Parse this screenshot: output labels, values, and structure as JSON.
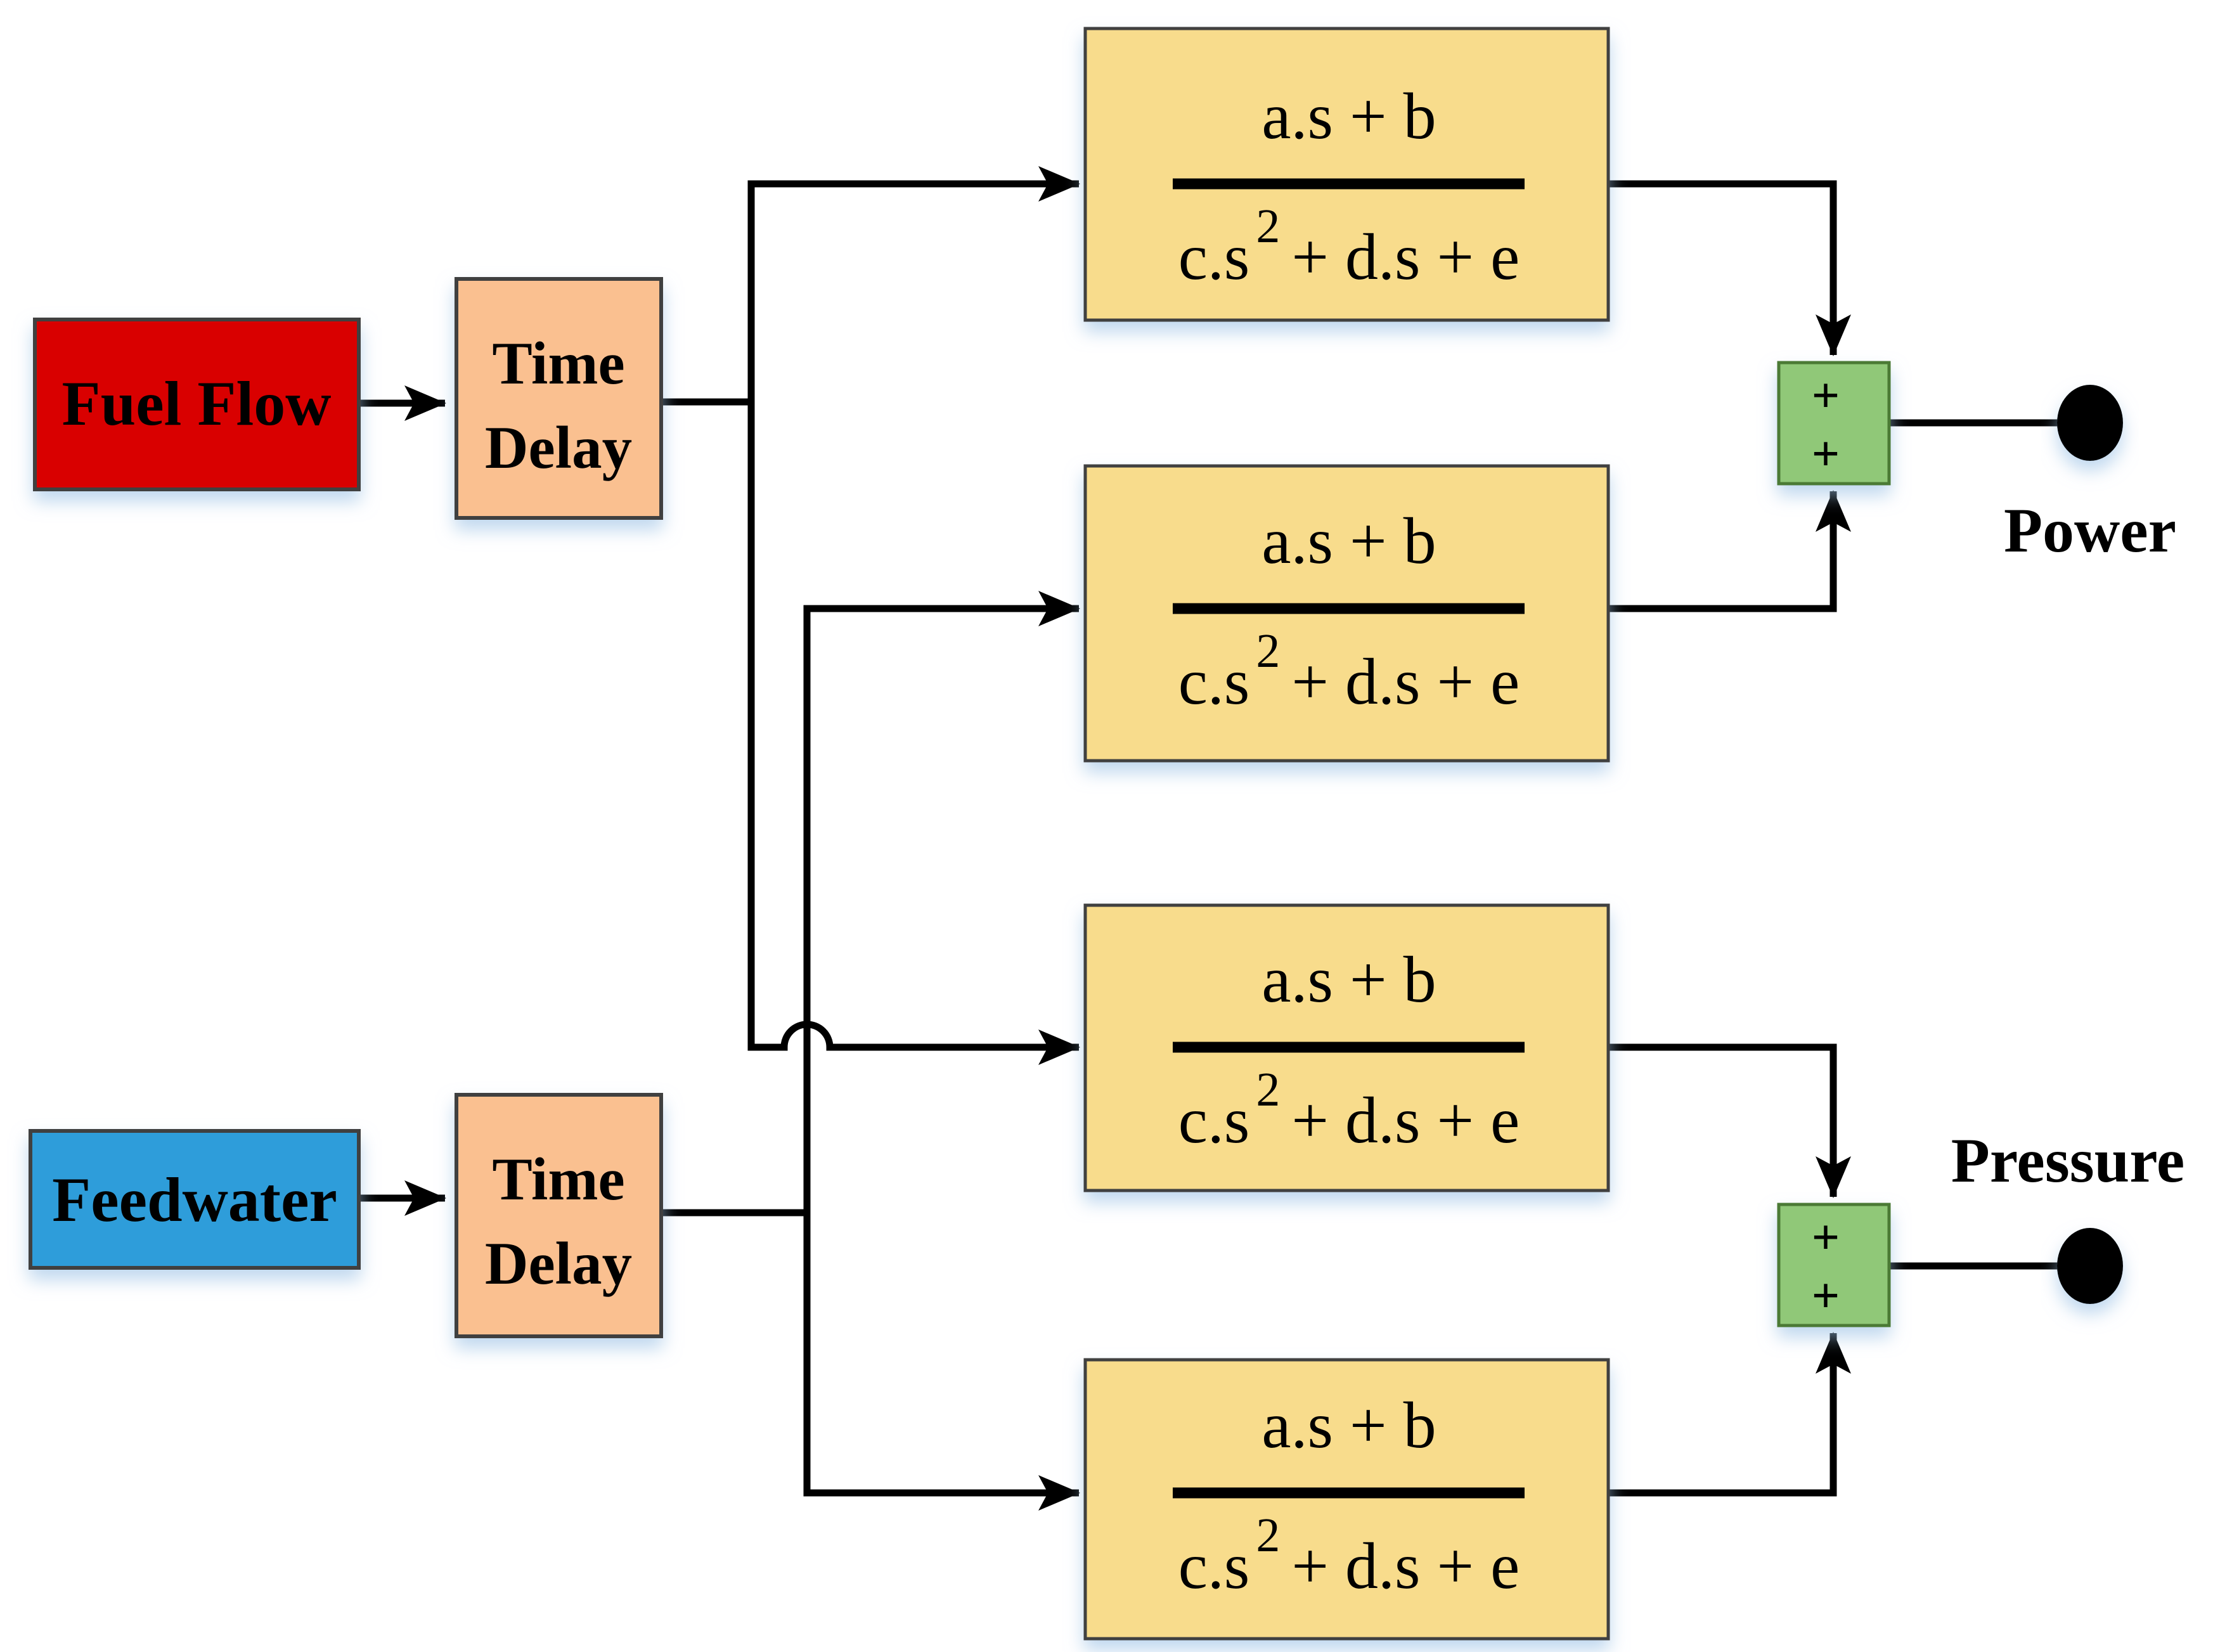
{
  "colors": {
    "fuel_flow_fill": "#D90000",
    "feedwater_fill": "#2E9DDA",
    "time_delay_fill": "#FAC090",
    "transfer_fn_fill": "#F8DC8C",
    "sum_fill": "#90C878",
    "sum_border": "#4C7A35",
    "box_border": "#3F3F3F",
    "wire": "#000000"
  },
  "nodes": {
    "fuel_flow": {
      "label": "Fuel Flow"
    },
    "feedwater": {
      "label": "Feedwater"
    },
    "time_delay_1": {
      "line1": "Time",
      "line2": "Delay"
    },
    "time_delay_2": {
      "line1": "Time",
      "line2": "Delay"
    },
    "tf_power_fuel": {
      "numerator": "a.s + b",
      "den_base": "c.s",
      "den_sup": "2",
      "den_rest": "+ d.s + e"
    },
    "tf_power_feedwater": {
      "numerator": "a.s + b",
      "den_base": "c.s",
      "den_sup": "2",
      "den_rest": "+ d.s + e"
    },
    "tf_pressure_fuel": {
      "numerator": "a.s + b",
      "den_base": "c.s",
      "den_sup": "2",
      "den_rest": "+ d.s + e"
    },
    "tf_pressure_feedwater": {
      "numerator": "a.s + b",
      "den_base": "c.s",
      "den_sup": "2",
      "den_rest": "+ d.s + e"
    },
    "sum_power": {
      "sign_top": "+",
      "sign_bottom": "+"
    },
    "sum_pressure": {
      "sign_top": "+",
      "sign_bottom": "+"
    }
  },
  "outputs": {
    "power": {
      "label": "Power"
    },
    "pressure": {
      "label": "Pressure"
    }
  }
}
